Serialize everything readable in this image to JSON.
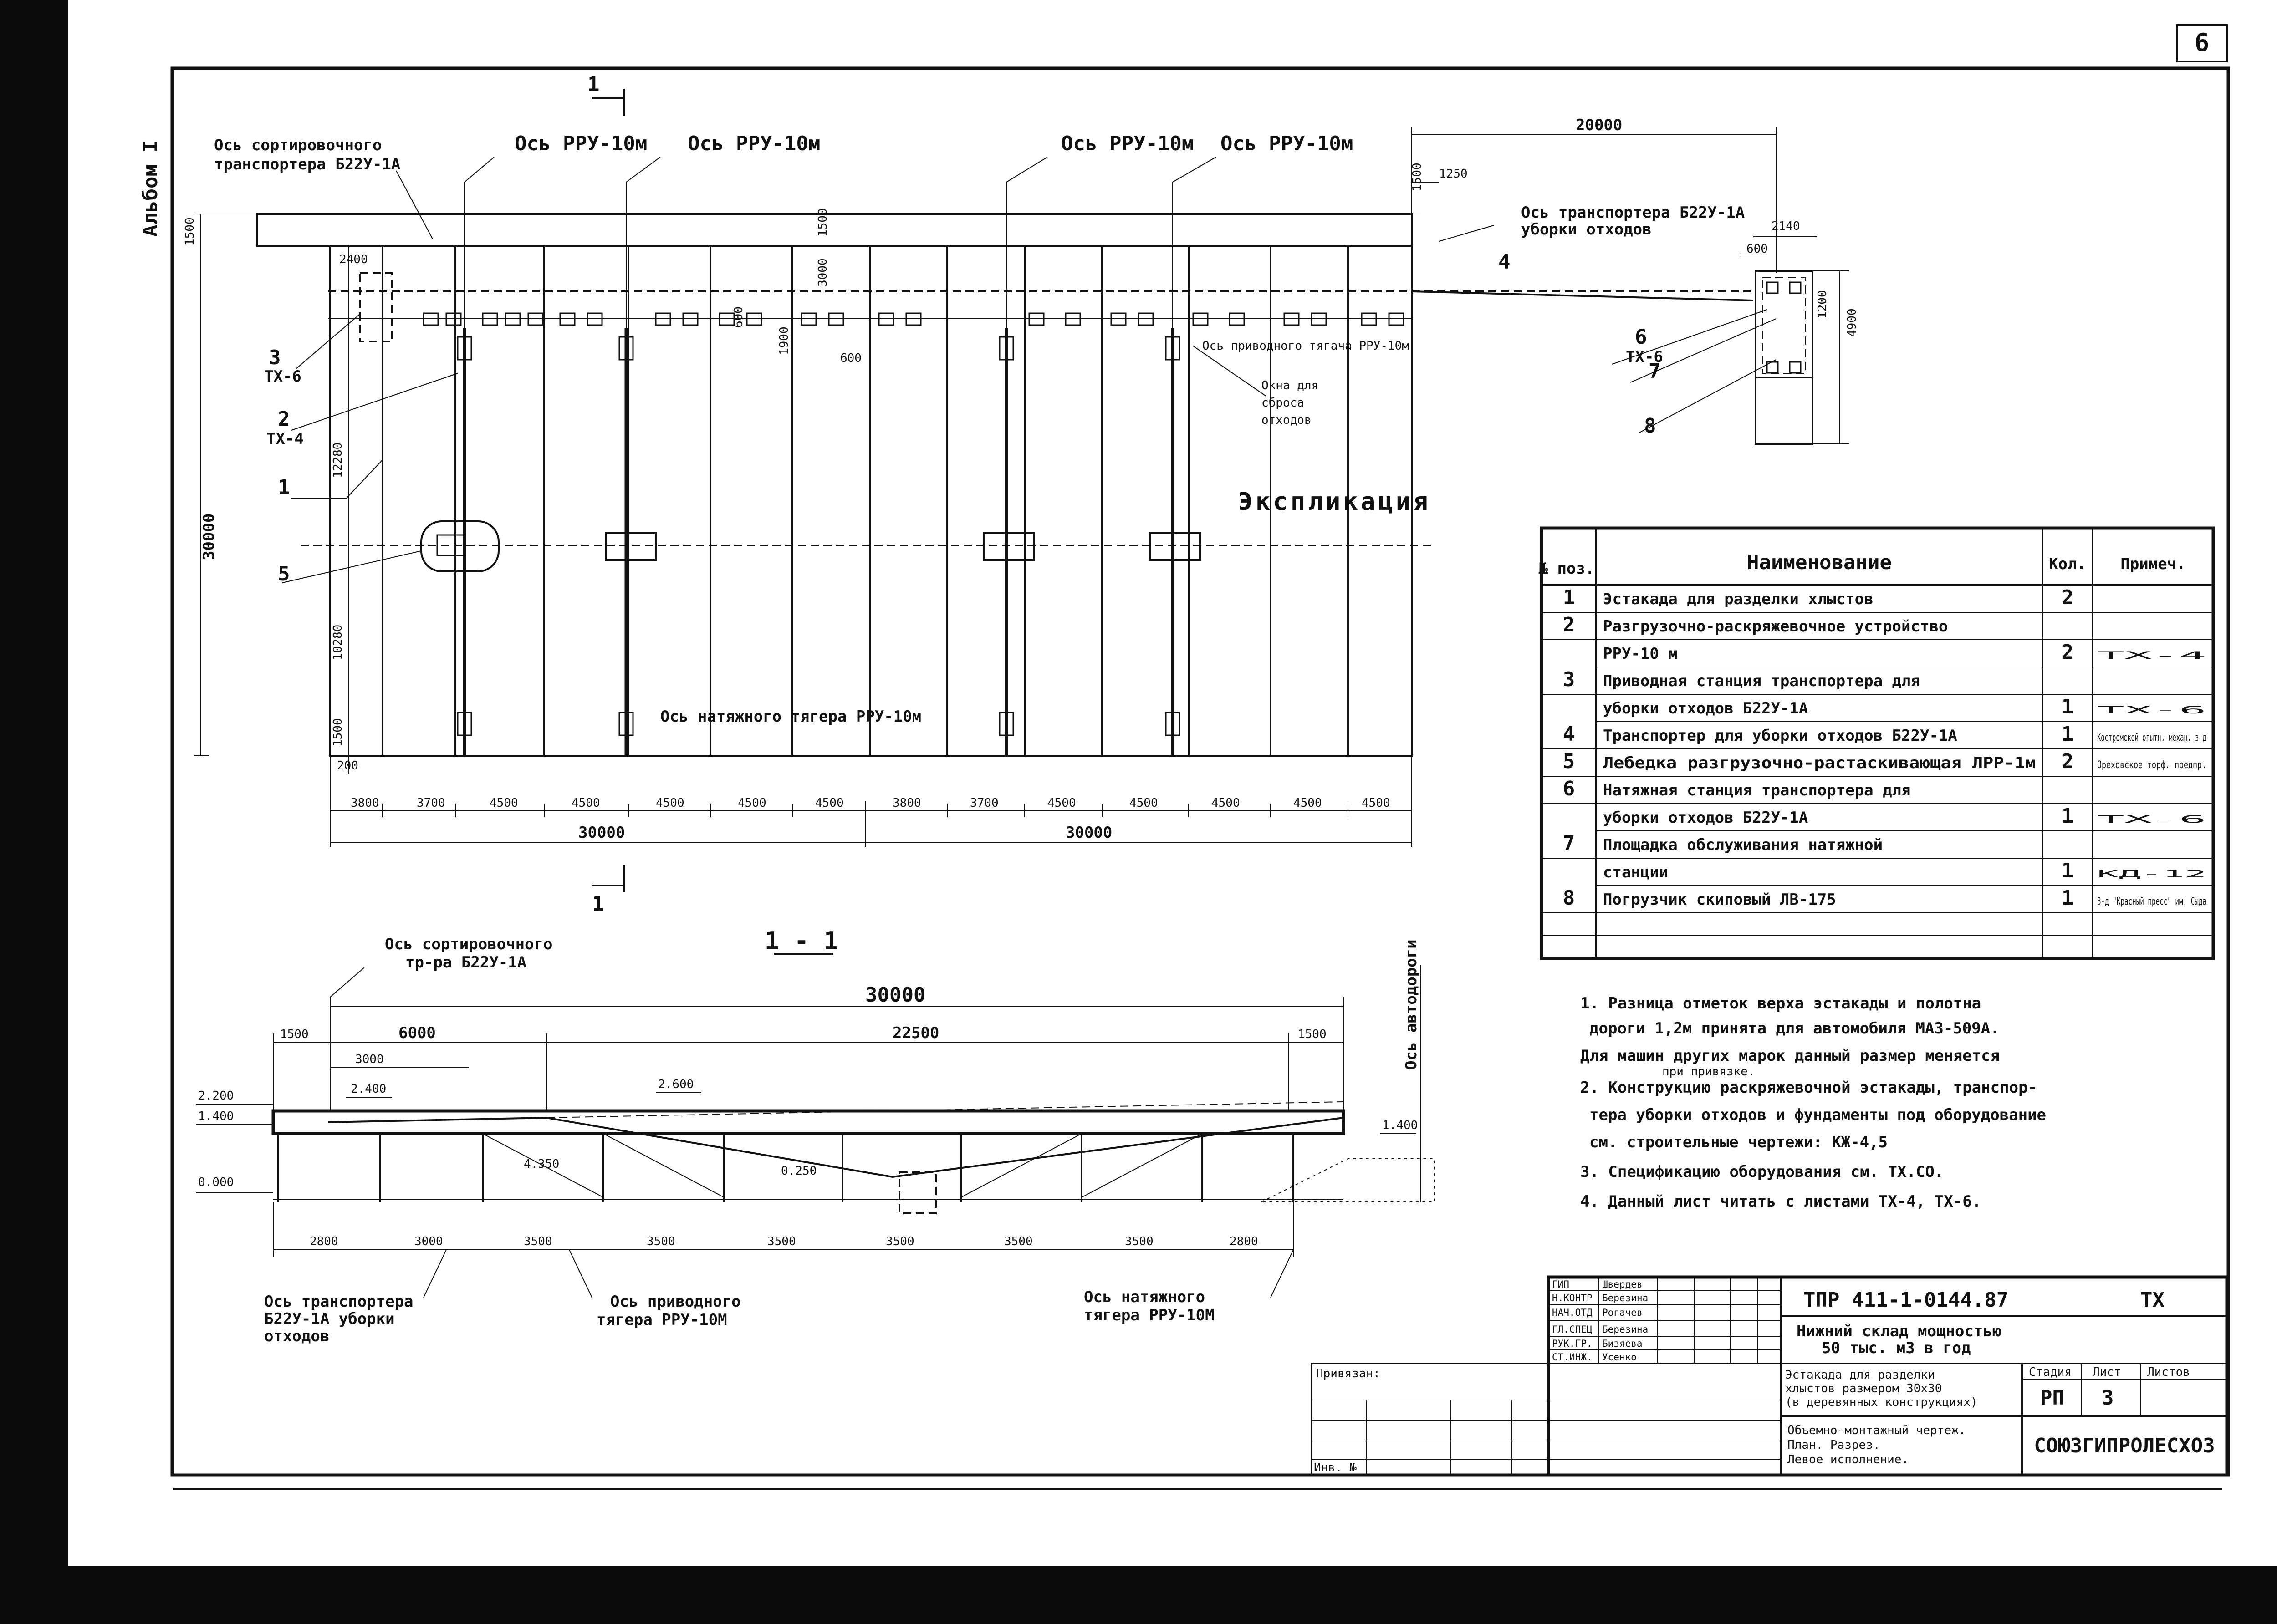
{
  "sheet": {
    "number": "6",
    "album": "Альбом I"
  },
  "plan": {
    "axes": {
      "sort_conveyor": [
        "Ось сортировочного",
        "транспортера Б22У-1А"
      ],
      "rru_1": "Ось РРУ-10м",
      "rru_2": "Ось РРУ-10м",
      "rru_3": "Ось РРУ-10м",
      "rru_4": "Ось РРУ-10м",
      "waste_conveyor": [
        "Ось транспортера Б22У-1А",
        "уборки отходов"
      ],
      "drive_station": "Ось приводного тягача РРУ-10м",
      "tension_station": "Ось натяжного тягера РРУ-10м",
      "windows": [
        "Окна для",
        "сброса",
        "отходов"
      ]
    },
    "position_labels": [
      "3",
      "ТХ-6",
      "2",
      "ТХ-4",
      "1",
      "5",
      "4",
      "6",
      "ТХ-6",
      "7",
      "8"
    ],
    "dims_top": [
      "20000",
      "1250",
      "2140",
      "600",
      "1500",
      "1500",
      "3000",
      "2400"
    ],
    "dims_side": [
      "30000",
      "12280",
      "10280",
      "1500",
      "1500",
      "200",
      "4900",
      "1200",
      "600",
      "1900",
      "600"
    ],
    "dims_bottom": [
      "3800",
      "3700",
      "4500",
      "4500",
      "4500",
      "4500",
      "4500",
      "3800",
      "3700",
      "4500",
      "4500",
      "4500",
      "4500",
      "4500"
    ],
    "dims_total": [
      "30000",
      "30000"
    ],
    "section_marks": [
      "1",
      "1"
    ]
  },
  "section": {
    "title": "1 - 1",
    "axes": {
      "sort_conveyor": [
        "Ось сортировочного",
        "тр-ра Б22У-1А"
      ],
      "waste_conveyor": [
        "Ось транспортера",
        "Б22У-1А уборки",
        "отходов"
      ],
      "drive": [
        "Ось приводного",
        "тягера РРУ-10М"
      ],
      "tension": [
        "Ось натяжного",
        "тягера РРУ-10М"
      ],
      "road": "Ось автодороги"
    },
    "dims_top": [
      "30000",
      "1500",
      "6000",
      "22500",
      "1500",
      "3000"
    ],
    "levels": [
      "2.200",
      "2.400",
      "2.600",
      "1.400",
      "0.000",
      "4.350",
      "0.250",
      "1.400"
    ],
    "dims_bottom": [
      "2800",
      "3000",
      "3500",
      "3500",
      "3500",
      "3500",
      "3500",
      "3500",
      "2800"
    ]
  },
  "spec": {
    "title": "Экспликация",
    "headers": [
      "№ поз.",
      "Наименование",
      "Кол.",
      "Примеч."
    ],
    "rows": [
      {
        "pos": "1",
        "name": "Эстакада для разделки хлыстов",
        "qty": "2",
        "note": ""
      },
      {
        "pos": "2",
        "name": "Разгрузочно-раскряжевочное устройство",
        "qty": "",
        "note": ""
      },
      {
        "pos": "",
        "name": "РРУ-10 м",
        "qty": "2",
        "note": "ТХ-4"
      },
      {
        "pos": "3",
        "name": "Приводная станция транспортера для",
        "qty": "",
        "note": ""
      },
      {
        "pos": "",
        "name": "уборки отходов Б22У-1А",
        "qty": "1",
        "note": "ТХ-6"
      },
      {
        "pos": "4",
        "name": "Транспортер для уборки отходов Б22У-1А",
        "qty": "1",
        "note": "Костромской опытн.-механ. з-д"
      },
      {
        "pos": "5",
        "name": "Лебедка разгрузочно-растаскивающая ЛРР-1м",
        "qty": "2",
        "note": "Ореховское торф. предпр."
      },
      {
        "pos": "6",
        "name": "Натяжная станция транспортера для",
        "qty": "",
        "note": ""
      },
      {
        "pos": "",
        "name": "уборки отходов Б22У-1А",
        "qty": "1",
        "note": "ТХ-6"
      },
      {
        "pos": "7",
        "name": "Площадка обслуживания натяжной",
        "qty": "",
        "note": ""
      },
      {
        "pos": "",
        "name": "станции",
        "qty": "1",
        "note": "КД-12"
      },
      {
        "pos": "8",
        "name": "Погрузчик скиповый ЛВ-175",
        "qty": "1",
        "note": "З-д \"Красный пресс\" им. Сыда"
      },
      {
        "pos": "",
        "name": "",
        "qty": "",
        "note": ""
      }
    ]
  },
  "notes": [
    "1. Разница отметок верха эстакады и полотна",
    "дороги 1,2м принята для автомобиля МАЗ-509А.",
    "Для машин других марок данный размер меняется",
    "при привязке.",
    "2. Конструкцию раскряжевочной эстакады, транспор-",
    "тера уборки отходов и фундаменты под оборудование",
    "см. строительные чертежи: КЖ-4,5",
    "3. Спецификацию оборудования см. ТХ.СО.",
    "4. Данный лист читать с листами ТХ-4, ТХ-6."
  ],
  "stamp": {
    "roles": [
      "ГИП",
      "Н.КОНТР",
      "НАЧ.ОТД",
      "ГЛ.СПЕЦ",
      "РУК.ГР.",
      "СТ.ИНЖ."
    ],
    "names": [
      "Швердев",
      "Березина",
      "Рогачев",
      "Березина",
      "Бизяева",
      "Усенко"
    ],
    "code": "ТПР 411-1-0144.87",
    "mark": "ТХ",
    "object": [
      "Нижний склад мощностью",
      "50 тыс. м3 в год"
    ],
    "sheet_title": [
      "Эстакада для разделки",
      "хлыстов размером 30х30",
      "(в деревянных конструкциях)"
    ],
    "drawing_name": [
      "Объемно-монтажный чертеж.",
      "План. Разрез.",
      "Левое исполнение."
    ],
    "stage_headers": [
      "Стадия",
      "Лист",
      "Листов"
    ],
    "stage": "РП",
    "sheet_no": "3",
    "sheets_total": "",
    "organization": "СОЮЗГИПРОЛЕСХОЗ",
    "bound_label": "Привязан:",
    "inv_label": "Инв. №"
  }
}
